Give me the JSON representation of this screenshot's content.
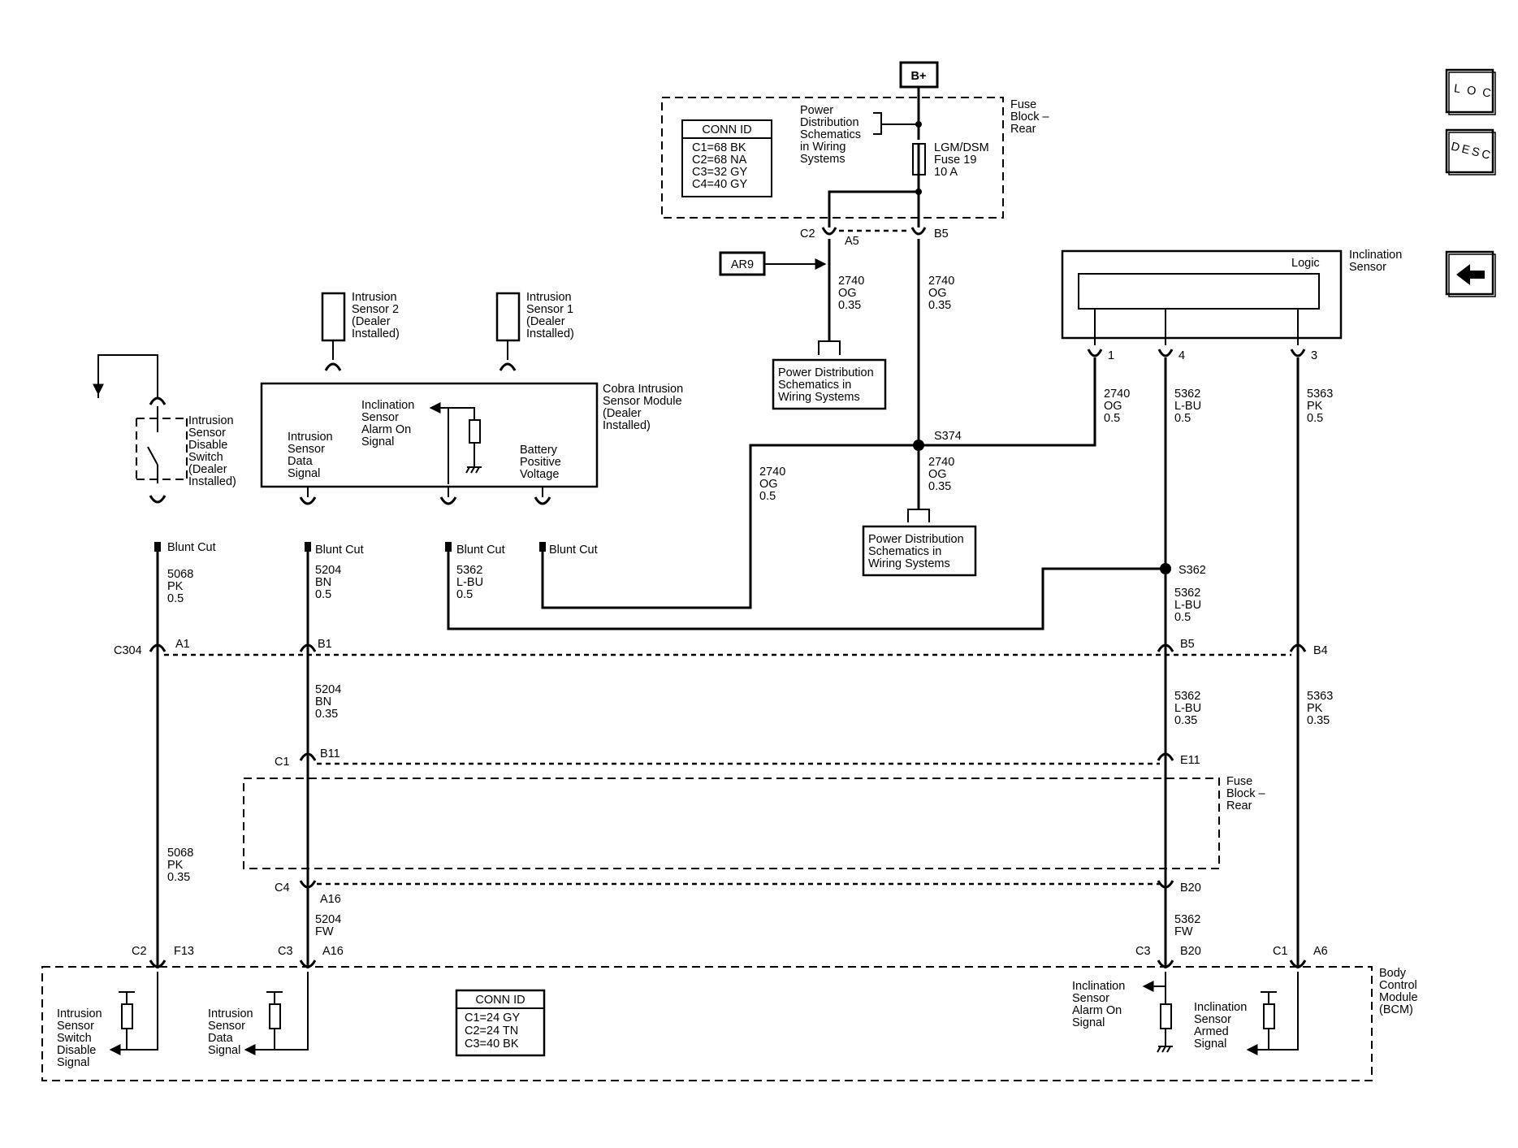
{
  "supply": {
    "label": "B+"
  },
  "fuse_block_top": {
    "title": "Fuse\nBlock –\nRear",
    "conn_id": {
      "title": "CONN ID",
      "lines": [
        "C1=68 BK",
        "C2=68 NA",
        "C3=32 GY",
        "C4=40 GY"
      ]
    },
    "power_ref": "Power\nDistribution\nSchematics\nin Wiring\nSystems",
    "fuse": "LGM/DSM\nFuse 19\n10 A",
    "c2": "C2",
    "a5": "A5",
    "b5": "B5"
  },
  "ar9": "AR9",
  "wires": {
    "a5_out": "2740\nOG\n0.35",
    "b5_out": "2740\nOG\n0.35",
    "s374_left": "2740\nOG\n0.5",
    "s374_down": "2740\nOG\n0.35",
    "incl_1": "2740\nOG\n0.5",
    "incl_4": "5362\nL-BU\n0.5",
    "incl_3": "5363\nPK\n0.5",
    "s362_down": "5362\nL-BU\n0.5",
    "bc1": "5068\nPK\n0.5",
    "bc2": "5204\nBN\n0.5",
    "bc3": "5362\nL-BU\n0.5",
    "c304_b1_down": "5204\nBN\n0.35",
    "c304_b5_down": "5362\nL-BU\n0.35",
    "c304_b4_down": "5363\nPK\n0.35",
    "c304_a1_down": "5068\nPK\n0.35",
    "a16_down": "5204\nFW",
    "b20_down": "5362\nFW"
  },
  "power_dist_1": "Power Distribution\nSchematics in\nWiring Systems",
  "power_dist_2": "Power Distribution\nSchematics in\nWiring Systems",
  "splices": {
    "s374": "S374",
    "s362": "S362"
  },
  "inclination_sensor": {
    "title": "Inclination\nSensor",
    "logic": "Logic",
    "pins": [
      "1",
      "4",
      "3"
    ]
  },
  "intrusion_sensor_2": "Intrusion\nSensor 2\n(Dealer\nInstalled)",
  "intrusion_sensor_1": "Intrusion\nSensor 1\n(Dealer\nInstalled)",
  "cobra_module": {
    "title": "Cobra Intrusion\nSensor Module\n(Dealer\nInstalled)",
    "data_signal": "Intrusion\nSensor\nData\nSignal",
    "alarm_signal": "Inclination\nSensor\nAlarm On\nSignal",
    "battery": "Battery\nPositive\nVoltage"
  },
  "disable_switch": "Intrusion\nSensor\nDisable\nSwitch\n(Dealer\nInstalled)",
  "blunt_cut": "Blunt Cut",
  "c304": {
    "name": "C304",
    "pins": [
      "A1",
      "B1",
      "B5",
      "B4"
    ]
  },
  "c1_row": {
    "name": "C1",
    "pins": [
      "B11",
      "E11"
    ]
  },
  "fuse_block_mid": "Fuse\nBlock –\nRear",
  "c4_row": {
    "name": "C4",
    "pins": [
      "A16",
      "B20"
    ]
  },
  "bcm": {
    "title": "Body\nControl\nModule\n(BCM)",
    "conn_id": {
      "title": "CONN ID",
      "lines": [
        "C1=24 GY",
        "C2=24 TN",
        "C3=40 BK"
      ]
    },
    "connectors": [
      {
        "conn": "C2",
        "pin": "F13"
      },
      {
        "conn": "C3",
        "pin": "A16"
      },
      {
        "conn": "C3",
        "pin": "B20"
      },
      {
        "conn": "C1",
        "pin": "A6"
      }
    ],
    "signals": {
      "switch_disable": "Intrusion\nSensor\nSwitch\nDisable\nSignal",
      "data": "Intrusion\nSensor\nData\nSignal",
      "alarm_on": "Inclination\nSensor\nAlarm On\nSignal",
      "armed": "Inclination\nSensor\nArmed\nSignal"
    }
  },
  "nav": {
    "loc": "LOC",
    "desc": "DESC",
    "back": "back-arrow-icon"
  }
}
